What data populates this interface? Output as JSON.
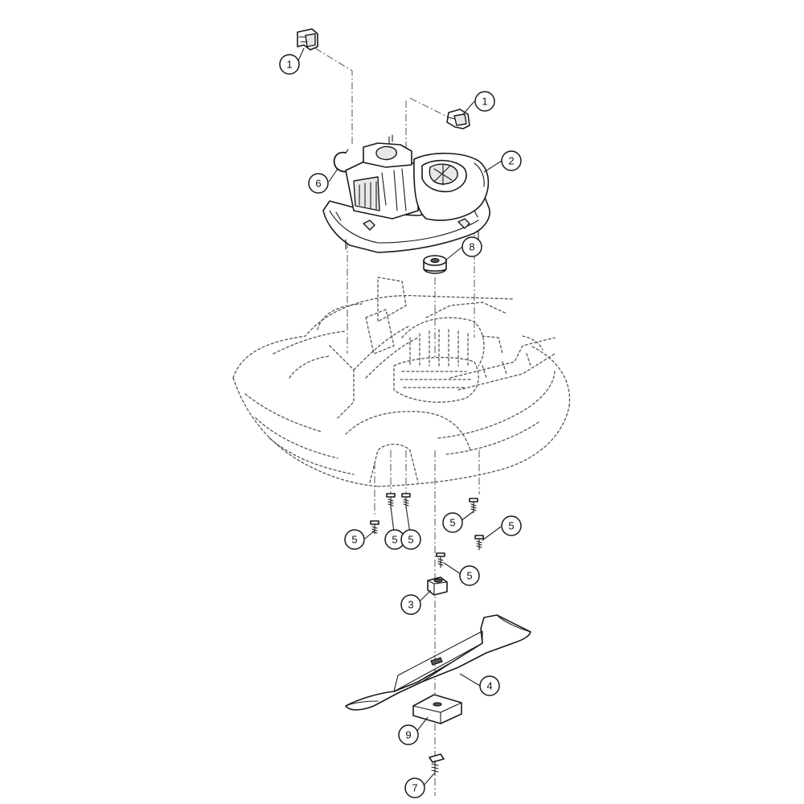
{
  "callouts": [
    {
      "id": "c1a",
      "label": "1"
    },
    {
      "id": "c1b",
      "label": "1"
    },
    {
      "id": "c2",
      "label": "2"
    },
    {
      "id": "c6",
      "label": "6"
    },
    {
      "id": "c8",
      "label": "8"
    },
    {
      "id": "c5a",
      "label": "5"
    },
    {
      "id": "c5b",
      "label": "5"
    },
    {
      "id": "c5c",
      "label": "5"
    },
    {
      "id": "c5d",
      "label": "5"
    },
    {
      "id": "c5e",
      "label": "5"
    },
    {
      "id": "c5f",
      "label": "5"
    },
    {
      "id": "c3",
      "label": "3"
    },
    {
      "id": "c4",
      "label": "4"
    },
    {
      "id": "c9",
      "label": "9"
    },
    {
      "id": "c7",
      "label": "7"
    }
  ]
}
